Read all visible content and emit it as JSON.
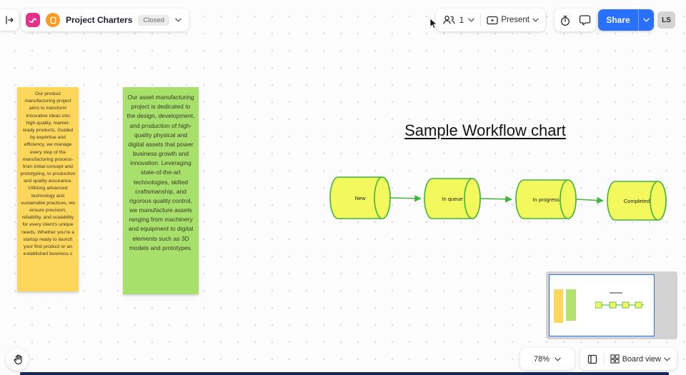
{
  "topbar": {
    "board_title": "Project Charters",
    "status_badge": "Closed",
    "participants_count": "1",
    "present_label": "Present",
    "share_label": "Share",
    "avatar_initials": "LS"
  },
  "canvas": {
    "workflow_title": "Sample Workflow chart",
    "sticky_notes": [
      {
        "color": "#FCD75B",
        "text": "Our product manufacturing project aims to transform innovative ideas into high-quality, market-ready products. Guided by expertise and efficiency, we manage every step of the manufacturing process-from initial concept and prototyping, to production and quality assurance. Utilizing advanced technology and sustainable practices, we ensure precision, reliability, and scalability for every client's unique needs. Whether you're a startup ready to launch your first product or an established business s"
      },
      {
        "color": "#A8E06C",
        "text": "Our asset manufacturing project is dedicated to the design, development, and production of high-quality physical and digital assets that power business growth and innovation. Leveraging state-of-the-art technologies, skilled craftsmanship, and rigorous quality control, we manufacture assets ranging from machinery and equipment to digital elements such as 3D models and prototypes."
      }
    ],
    "workflow_stages": [
      {
        "label": "New"
      },
      {
        "label": "In queue"
      },
      {
        "label": "In progress"
      },
      {
        "label": "Completed"
      }
    ]
  },
  "controls": {
    "zoom_level": "78%",
    "view_label": "Board view"
  },
  "colors": {
    "accent_blue": "#2970FF",
    "logo_pink": "#E8308A",
    "board_icon_orange": "#FF9B27",
    "sticky_yellow": "#FCD75B",
    "sticky_green": "#A8E06C",
    "shape_fill": "#F3F85C",
    "shape_stroke": "#3FB53C",
    "minimap_gray": "#D2D2D2",
    "bottom_bar_navy": "#15265E"
  },
  "icons": {
    "sidebar-toggle-icon": "bar-with-right-arrow",
    "participants-icon": "two-people",
    "present-icon": "screen-with-play",
    "timer-icon": "stopwatch",
    "comments-icon": "speech-bubble",
    "chevron-down-icon": "chevron-down",
    "hand-tool-icon": "open-hand",
    "frames-icon": "frame-outline",
    "board-view-icon": "grid-squares",
    "cursor-icon": "mouse-arrow"
  }
}
